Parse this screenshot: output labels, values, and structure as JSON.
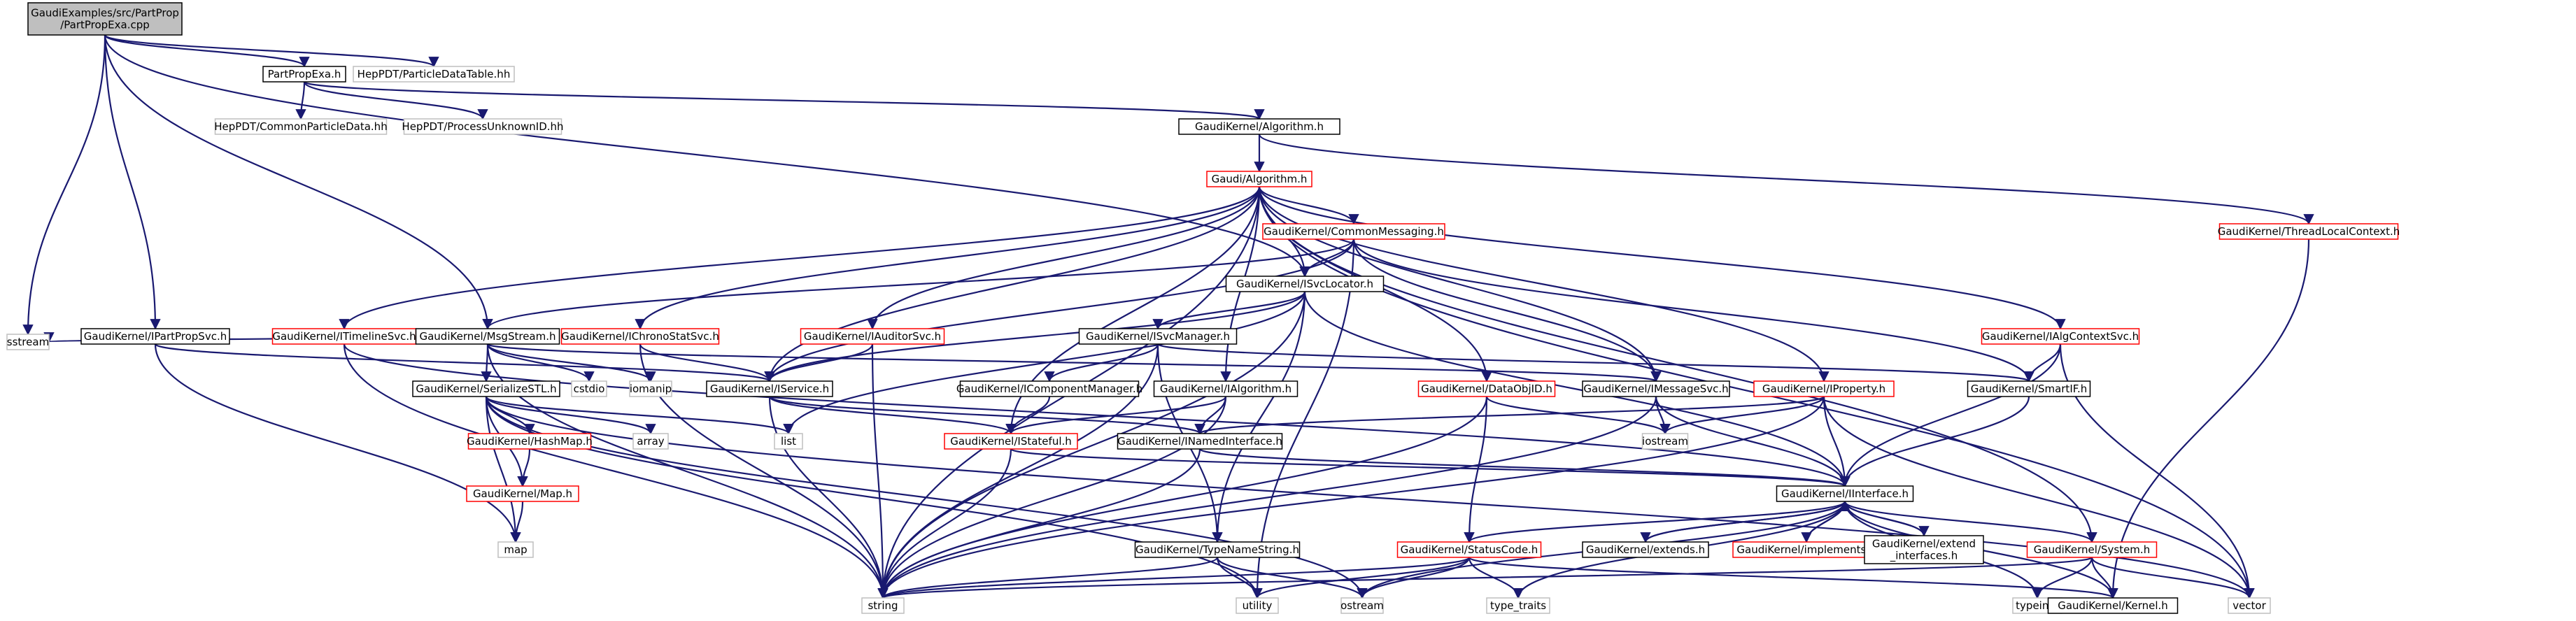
{
  "diagram": {
    "colors": {
      "edge": "#191970",
      "root_fill": "#bfbfbf",
      "root_border": "#000000",
      "documented_border": "#000000",
      "undocumented_border": "#ff0000",
      "system_border": "#bfbfbf",
      "text": "#000000"
    },
    "nodes": [
      {
        "id": "root",
        "label": "GaudiExamples/src/PartProp\n/PartPropExa.cpp",
        "kind": "root"
      },
      {
        "id": "sstream",
        "label": "sstream",
        "kind": "system"
      },
      {
        "id": "partpropexa_h",
        "label": "PartPropExa.h",
        "kind": "documented"
      },
      {
        "id": "hep_pdt_table",
        "label": "HepPDT/ParticleDataTable.hh",
        "kind": "system"
      },
      {
        "id": "hep_common",
        "label": "HepPDT/CommonParticleData.hh",
        "kind": "system"
      },
      {
        "id": "hep_process",
        "label": "HepPDT/ProcessUnknownID.hh",
        "kind": "system"
      },
      {
        "id": "kernel_algorithm",
        "label": "GaudiKernel/Algorithm.h",
        "kind": "documented"
      },
      {
        "id": "gaudi_algorithm",
        "label": "Gaudi/Algorithm.h",
        "kind": "undocumented"
      },
      {
        "id": "thread_local",
        "label": "GaudiKernel/ThreadLocalContext.h",
        "kind": "undocumented"
      },
      {
        "id": "common_messaging",
        "label": "GaudiKernel/CommonMessaging.h",
        "kind": "undocumented"
      },
      {
        "id": "isvclocator",
        "label": "GaudiKernel/ISvcLocator.h",
        "kind": "documented"
      },
      {
        "id": "ipartpropsvc",
        "label": "GaudiKernel/IPartPropSvc.h",
        "kind": "documented"
      },
      {
        "id": "itimelinesvc",
        "label": "GaudiKernel/ITimelineSvc.h",
        "kind": "undocumented"
      },
      {
        "id": "msgstream",
        "label": "GaudiKernel/MsgStream.h",
        "kind": "documented"
      },
      {
        "id": "ichronostatsvc",
        "label": "GaudiKernel/IChronoStatSvc.h",
        "kind": "undocumented"
      },
      {
        "id": "iauditorsvc",
        "label": "GaudiKernel/IAuditorSvc.h",
        "kind": "undocumented"
      },
      {
        "id": "isvcmanager",
        "label": "GaudiKernel/ISvcManager.h",
        "kind": "documented"
      },
      {
        "id": "ialgcontextsvc",
        "label": "GaudiKernel/IAlgContextSvc.h",
        "kind": "undocumented"
      },
      {
        "id": "serializestl",
        "label": "GaudiKernel/SerializeSTL.h",
        "kind": "documented"
      },
      {
        "id": "cstdio",
        "label": "cstdio",
        "kind": "system"
      },
      {
        "id": "iomanip",
        "label": "iomanip",
        "kind": "system"
      },
      {
        "id": "iservice",
        "label": "GaudiKernel/IService.h",
        "kind": "documented"
      },
      {
        "id": "icomponentmanager",
        "label": "GaudiKernel/IComponentManager.h",
        "kind": "documented"
      },
      {
        "id": "ialgorithm",
        "label": "GaudiKernel/IAlgorithm.h",
        "kind": "documented"
      },
      {
        "id": "dataobjid",
        "label": "GaudiKernel/DataObjID.h",
        "kind": "undocumented"
      },
      {
        "id": "imessagesvc",
        "label": "GaudiKernel/IMessageSvc.h",
        "kind": "documented"
      },
      {
        "id": "iproperty",
        "label": "GaudiKernel/IProperty.h",
        "kind": "undocumented"
      },
      {
        "id": "smartif",
        "label": "GaudiKernel/SmartIF.h",
        "kind": "documented"
      },
      {
        "id": "hashmap",
        "label": "GaudiKernel/HashMap.h",
        "kind": "undocumented"
      },
      {
        "id": "array",
        "label": "array",
        "kind": "system"
      },
      {
        "id": "list",
        "label": "list",
        "kind": "system"
      },
      {
        "id": "istateful",
        "label": "GaudiKernel/IStateful.h",
        "kind": "undocumented"
      },
      {
        "id": "inamedinterface",
        "label": "GaudiKernel/INamedInterface.h",
        "kind": "documented"
      },
      {
        "id": "iostream",
        "label": "iostream",
        "kind": "system"
      },
      {
        "id": "map_h",
        "label": "GaudiKernel/Map.h",
        "kind": "undocumented"
      },
      {
        "id": "interface",
        "label": "GaudiKernel/IInterface.h",
        "kind": "documented"
      },
      {
        "id": "map",
        "label": "map",
        "kind": "system"
      },
      {
        "id": "statuscode",
        "label": "GaudiKernel/StatusCode.h",
        "kind": "undocumented"
      },
      {
        "id": "extends",
        "label": "GaudiKernel/extends.h",
        "kind": "documented"
      },
      {
        "id": "implements",
        "label": "GaudiKernel/implements.h",
        "kind": "undocumented"
      },
      {
        "id": "extend_interfaces",
        "label": "GaudiKernel/extend\n_interfaces.h",
        "kind": "documented"
      },
      {
        "id": "system_h",
        "label": "GaudiKernel/System.h",
        "kind": "undocumented"
      },
      {
        "id": "typenamestring",
        "label": "GaudiKernel/TypeNameString.h",
        "kind": "documented"
      },
      {
        "id": "string",
        "label": "string",
        "kind": "system"
      },
      {
        "id": "utility",
        "label": "utility",
        "kind": "system"
      },
      {
        "id": "ostream",
        "label": "ostream",
        "kind": "system"
      },
      {
        "id": "type_traits",
        "label": "type_traits",
        "kind": "system"
      },
      {
        "id": "typeinfo",
        "label": "typeinfo",
        "kind": "system"
      },
      {
        "id": "kernel_h",
        "label": "GaudiKernel/Kernel.h",
        "kind": "documented"
      },
      {
        "id": "vector",
        "label": "vector",
        "kind": "system"
      }
    ],
    "edges": [
      [
        "root",
        "sstream"
      ],
      [
        "root",
        "partpropexa_h"
      ],
      [
        "root",
        "hep_pdt_table"
      ],
      [
        "root",
        "ipartpropsvc"
      ],
      [
        "root",
        "msgstream"
      ],
      [
        "root",
        "isvclocator"
      ],
      [
        "partpropexa_h",
        "hep_common"
      ],
      [
        "partpropexa_h",
        "hep_process"
      ],
      [
        "partpropexa_h",
        "kernel_algorithm"
      ],
      [
        "kernel_algorithm",
        "gaudi_algorithm"
      ],
      [
        "kernel_algorithm",
        "thread_local"
      ],
      [
        "thread_local",
        "kernel_h"
      ],
      [
        "gaudi_algorithm",
        "common_messaging"
      ],
      [
        "gaudi_algorithm",
        "isvclocator"
      ],
      [
        "gaudi_algorithm",
        "itimelinesvc"
      ],
      [
        "gaudi_algorithm",
        "ichronostatsvc"
      ],
      [
        "gaudi_algorithm",
        "iauditorsvc"
      ],
      [
        "gaudi_algorithm",
        "iservice"
      ],
      [
        "gaudi_algorithm",
        "istateful"
      ],
      [
        "gaudi_algorithm",
        "ialgorithm"
      ],
      [
        "gaudi_algorithm",
        "dataobjid"
      ],
      [
        "gaudi_algorithm",
        "imessagesvc"
      ],
      [
        "gaudi_algorithm",
        "iproperty"
      ],
      [
        "gaudi_algorithm",
        "ialgcontextsvc"
      ],
      [
        "gaudi_algorithm",
        "system_h"
      ],
      [
        "gaudi_algorithm",
        "string"
      ],
      [
        "gaudi_algorithm",
        "vector"
      ],
      [
        "common_messaging",
        "msgstream"
      ],
      [
        "common_messaging",
        "isvclocator"
      ],
      [
        "common_messaging",
        "imessagesvc"
      ],
      [
        "common_messaging",
        "smartif"
      ],
      [
        "common_messaging",
        "iservice"
      ],
      [
        "common_messaging",
        "utility"
      ],
      [
        "isvclocator",
        "isvcmanager"
      ],
      [
        "isvclocator",
        "interface"
      ],
      [
        "isvclocator",
        "iservice"
      ],
      [
        "isvclocator",
        "typenamestring"
      ],
      [
        "isvclocator",
        "string"
      ],
      [
        "isvclocator",
        "list"
      ],
      [
        "ipartpropsvc",
        "iservice"
      ],
      [
        "ipartpropsvc",
        "map"
      ],
      [
        "itimelinesvc",
        "interface"
      ],
      [
        "itimelinesvc",
        "string"
      ],
      [
        "msgstream",
        "imessagesvc"
      ],
      [
        "msgstream",
        "serializestl"
      ],
      [
        "msgstream",
        "cstdio"
      ],
      [
        "msgstream",
        "iomanip"
      ],
      [
        "msgstream",
        "sstream"
      ],
      [
        "msgstream",
        "string"
      ],
      [
        "ichronostatsvc",
        "iservice"
      ],
      [
        "ichronostatsvc",
        "string"
      ],
      [
        "iauditorsvc",
        "iservice"
      ],
      [
        "iauditorsvc",
        "string"
      ],
      [
        "isvcmanager",
        "icomponentmanager"
      ],
      [
        "isvcmanager",
        "typenamestring"
      ],
      [
        "isvcmanager",
        "string"
      ],
      [
        "isvcmanager",
        "smartif"
      ],
      [
        "ialgcontextsvc",
        "interface"
      ],
      [
        "ialgcontextsvc",
        "smartif"
      ],
      [
        "ialgcontextsvc",
        "vector"
      ],
      [
        "serializestl",
        "hashmap"
      ],
      [
        "serializestl",
        "map_h"
      ],
      [
        "serializestl",
        "array"
      ],
      [
        "serializestl",
        "list"
      ],
      [
        "serializestl",
        "map"
      ],
      [
        "serializestl",
        "ostream"
      ],
      [
        "serializestl",
        "utility"
      ],
      [
        "serializestl",
        "vector"
      ],
      [
        "iservice",
        "istateful"
      ],
      [
        "iservice",
        "inamedinterface"
      ],
      [
        "iservice",
        "string"
      ],
      [
        "icomponentmanager",
        "istateful"
      ],
      [
        "ialgorithm",
        "istateful"
      ],
      [
        "ialgorithm",
        "inamedinterface"
      ],
      [
        "ialgorithm",
        "string"
      ],
      [
        "dataobjid",
        "statuscode"
      ],
      [
        "dataobjid",
        "iostream"
      ],
      [
        "dataobjid",
        "string"
      ],
      [
        "imessagesvc",
        "interface"
      ],
      [
        "imessagesvc",
        "iostream"
      ],
      [
        "imessagesvc",
        "string"
      ],
      [
        "iproperty",
        "inamedinterface"
      ],
      [
        "iproperty",
        "interface"
      ],
      [
        "iproperty",
        "iostream"
      ],
      [
        "iproperty",
        "string"
      ],
      [
        "iproperty",
        "vector"
      ],
      [
        "smartif",
        "interface"
      ],
      [
        "hashmap",
        "map_h"
      ],
      [
        "map_h",
        "map"
      ],
      [
        "istateful",
        "interface"
      ],
      [
        "istateful",
        "string"
      ],
      [
        "inamedinterface",
        "interface"
      ],
      [
        "inamedinterface",
        "string"
      ],
      [
        "interface",
        "statuscode"
      ],
      [
        "interface",
        "extends"
      ],
      [
        "interface",
        "implements"
      ],
      [
        "interface",
        "extend_interfaces"
      ],
      [
        "interface",
        "system_h"
      ],
      [
        "interface",
        "kernel_h"
      ],
      [
        "interface",
        "ostream"
      ],
      [
        "interface",
        "type_traits"
      ],
      [
        "interface",
        "typeinfo"
      ],
      [
        "extends",
        "interface"
      ],
      [
        "implements",
        "interface"
      ],
      [
        "extend_interfaces",
        "interface"
      ],
      [
        "statuscode",
        "string"
      ],
      [
        "statuscode",
        "ostream"
      ],
      [
        "statuscode",
        "type_traits"
      ],
      [
        "statuscode",
        "utility"
      ],
      [
        "statuscode",
        "kernel_h"
      ],
      [
        "system_h",
        "kernel_h"
      ],
      [
        "system_h",
        "string"
      ],
      [
        "system_h",
        "typeinfo"
      ],
      [
        "system_h",
        "vector"
      ],
      [
        "typenamestring",
        "string"
      ],
      [
        "typenamestring",
        "utility"
      ],
      [
        "typenamestring",
        "ostream"
      ]
    ]
  }
}
